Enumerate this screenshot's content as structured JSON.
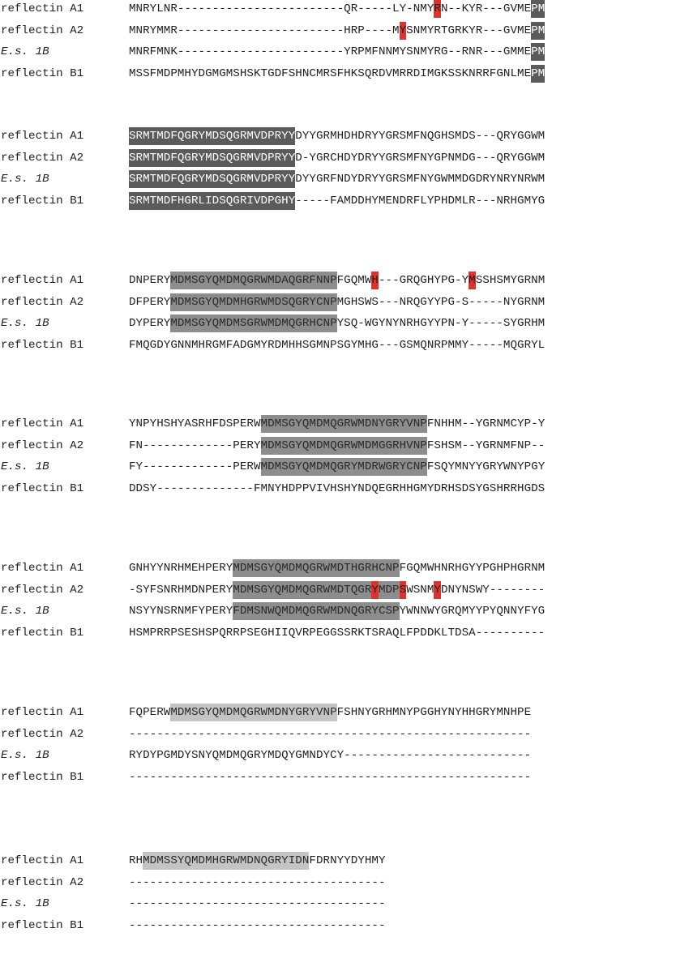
{
  "blocks": [
    {
      "rows": [
        {
          "name": "reflectin A1",
          "italic": false,
          "seq": "MNRYLNR------------------------QR-----LY-NMYRN--KYR---GVMEPM",
          "hl": [
            {
              "s": 44,
              "e": 45,
              "c": "red"
            },
            {
              "s": 58,
              "e": 62,
              "c": "dark"
            }
          ]
        },
        {
          "name": "reflectin A2",
          "italic": false,
          "seq": "MNRYMMR------------------------HRP----MYSNMYRTGRKYR---GVMEPM",
          "hl": [
            {
              "s": 39,
              "e": 40,
              "c": "red"
            },
            {
              "s": 58,
              "e": 62,
              "c": "dark"
            }
          ]
        },
        {
          "name": "E.s. 1B",
          "italic": true,
          "seq": "MNRFMNK------------------------YRPMFNNMYSNMYRG--RNR---GMMEPM",
          "hl": [
            {
              "s": 58,
              "e": 62,
              "c": "dark"
            }
          ]
        },
        {
          "name": "reflectin B1",
          "italic": false,
          "seq": "MSSFMDPMHYDGMGMSHSKTGDFSHNCMRSFHKSQRDVMRRDIMGKSSKNRRFGNLMEPM",
          "hl": [
            {
              "s": 58,
              "e": 62,
              "c": "dark"
            }
          ]
        }
      ]
    },
    {
      "rows": [
        {
          "name": "reflectin A1",
          "italic": false,
          "seq": "SRMTMDFQGRYMDSQGRMVDPRYYDYYGRMHDHDRYYGRSMFNQGHSMDS---QRYGGWM",
          "hl": [
            {
              "s": 0,
              "e": 24,
              "c": "dark"
            }
          ]
        },
        {
          "name": "reflectin A2",
          "italic": false,
          "seq": "SRMTMDFQGRYMDSQGRMVDPRYYD-YGRCHDYDRYYGRSMFNYGPNMDG---QRYGGWM",
          "hl": [
            {
              "s": 0,
              "e": 24,
              "c": "dark"
            }
          ]
        },
        {
          "name": "E.s. 1B",
          "italic": true,
          "seq": "SRMTMDFQGRYMDSQGRMVDPRYYDYYGRFNDYDRYYGRSMFNYGWMMDGDRYNRYNRWM",
          "hl": [
            {
              "s": 0,
              "e": 24,
              "c": "dark"
            }
          ]
        },
        {
          "name": "reflectin B1",
          "italic": false,
          "seq": "SRMTMDFHGRLIDSQGRIVDPGHY-----FAMDDHYMENDRFLYPHDMLR---NRHGMYG",
          "hl": [
            {
              "s": 0,
              "e": 24,
              "c": "dark"
            }
          ]
        }
      ]
    },
    {
      "rows": [
        {
          "name": "reflectin A1",
          "italic": false,
          "seq": "DNPERYMDMSGYQMDMQGRWMDAQGRFNNPFGQMWH---GRQGHYPG-YMSSHSMYGRNM",
          "hl": [
            {
              "s": 6,
              "e": 30,
              "c": "mid"
            },
            {
              "s": 35,
              "e": 36,
              "c": "red"
            },
            {
              "s": 49,
              "e": 50,
              "c": "red"
            }
          ]
        },
        {
          "name": "reflectin A2",
          "italic": false,
          "seq": "DFPERYMDMSGYQMDMHGRWMDSQGRYCNPMGHSWS---NRQGYYPG-S-----NYGRNM",
          "hl": [
            {
              "s": 6,
              "e": 30,
              "c": "mid"
            }
          ]
        },
        {
          "name": "E.s. 1B",
          "italic": true,
          "seq": "DYPERYMDMSGYQMDMSGRWMDMQGRHCNPYSQ-WGYNYNRHGYYPN-Y-----SYGRHM",
          "hl": [
            {
              "s": 6,
              "e": 30,
              "c": "mid"
            }
          ]
        },
        {
          "name": "reflectin B1",
          "italic": false,
          "seq": "FMQGDYGNNMHRGMFADGMYRDMHHSGMNPSGYMHG---GSMQNRPMMY-----MQGRYL",
          "hl": []
        }
      ]
    },
    {
      "rows": [
        {
          "name": "reflectin A1",
          "italic": false,
          "seq": "YNPYHSHYASRHFDSPERWMDMSGYQMDMQGRWMDNYGRYVNPFNHHM--YGRNMCYP-Y",
          "hl": [
            {
              "s": 19,
              "e": 43,
              "c": "mid"
            }
          ]
        },
        {
          "name": "reflectin A2",
          "italic": false,
          "seq": "FN-------------PERYMDMSGYQMDMQGRWMDMGGRHVNPFSHSM--YGRNMFNP--",
          "hl": [
            {
              "s": 19,
              "e": 43,
              "c": "mid"
            }
          ]
        },
        {
          "name": "E.s. 1B",
          "italic": true,
          "seq": "FY-------------PERWMDMSGYQMDMQGRYMDRWGRYCNPFSQYMNYYGRYWNYPGY",
          "hl": [
            {
              "s": 19,
              "e": 43,
              "c": "mid"
            }
          ]
        },
        {
          "name": "reflectin B1",
          "italic": false,
          "seq": "DDSY--------------FMNYHDPPVIVHSHYNDQEGRHHGMYDRHSDSYGSHRRHGDS",
          "hl": []
        }
      ]
    },
    {
      "rows": [
        {
          "name": "reflectin A1",
          "italic": false,
          "seq": "GNHYYNRHMEHPERYMDMSGYQMDMQGRWMDTHGRHCNPFGQMWHNRHGYYPGHPHGRNM",
          "hl": [
            {
              "s": 15,
              "e": 39,
              "c": "mid"
            }
          ]
        },
        {
          "name": "reflectin A2",
          "italic": false,
          "seq": "-SYFSNRHMDNPERYMDMSGYQMDMQGRWMDTQGRYMDPSWSNMYDNYNSWY--------",
          "hl": [
            {
              "s": 15,
              "e": 35,
              "c": "mid"
            },
            {
              "s": 35,
              "e": 36,
              "c": "red"
            },
            {
              "s": 36,
              "e": 39,
              "c": "mid"
            },
            {
              "s": 39,
              "e": 40,
              "c": "red"
            },
            {
              "s": 44,
              "e": 45,
              "c": "red"
            }
          ]
        },
        {
          "name": "E.s. 1B",
          "italic": true,
          "seq": "NSYYNSRNMFYPERYFDMSNWQMDMQGRWMDNQGRYCSPYWNNWYGRQMYYPYQNNYFYG",
          "hl": [
            {
              "s": 15,
              "e": 39,
              "c": "mid"
            }
          ]
        },
        {
          "name": "reflectin B1",
          "italic": false,
          "seq": "HSMPRRPSESHSPQRRPSEGHIIQVRPEGGSSRKTSRAQLFPDDKLTDSA----------",
          "hl": []
        }
      ]
    },
    {
      "rows": [
        {
          "name": "reflectin A1",
          "italic": false,
          "seq": "FQPERWMDMSGYQMDMQGRWMDNYGRYVNPFSHNYGRHMNYPGGHYNYHHGRYMNHPE",
          "hl": [
            {
              "s": 6,
              "e": 30,
              "c": "light"
            }
          ]
        },
        {
          "name": "reflectin A2",
          "italic": false,
          "seq": "----------------------------------------------------------",
          "hl": []
        },
        {
          "name": "E.s. 1B",
          "italic": true,
          "seq": "RYDYPGMDYSNYQMDMQGRYMDQYGMNDYCY---------------------------",
          "hl": []
        },
        {
          "name": "reflectin B1",
          "italic": false,
          "seq": "----------------------------------------------------------",
          "hl": []
        }
      ]
    },
    {
      "rows": [
        {
          "name": "reflectin A1",
          "italic": false,
          "seq": "RHMDMSSYQMDMHGRWMDNQGRYIDNFDRNYYDYHMY",
          "hl": [
            {
              "s": 2,
              "e": 26,
              "c": "light"
            }
          ]
        },
        {
          "name": "reflectin A2",
          "italic": false,
          "seq": "-------------------------------------",
          "hl": []
        },
        {
          "name": "E.s. 1B",
          "italic": true,
          "seq": "-------------------------------------",
          "hl": []
        },
        {
          "name": "reflectin B1",
          "italic": false,
          "seq": "-------------------------------------",
          "hl": []
        }
      ]
    }
  ]
}
